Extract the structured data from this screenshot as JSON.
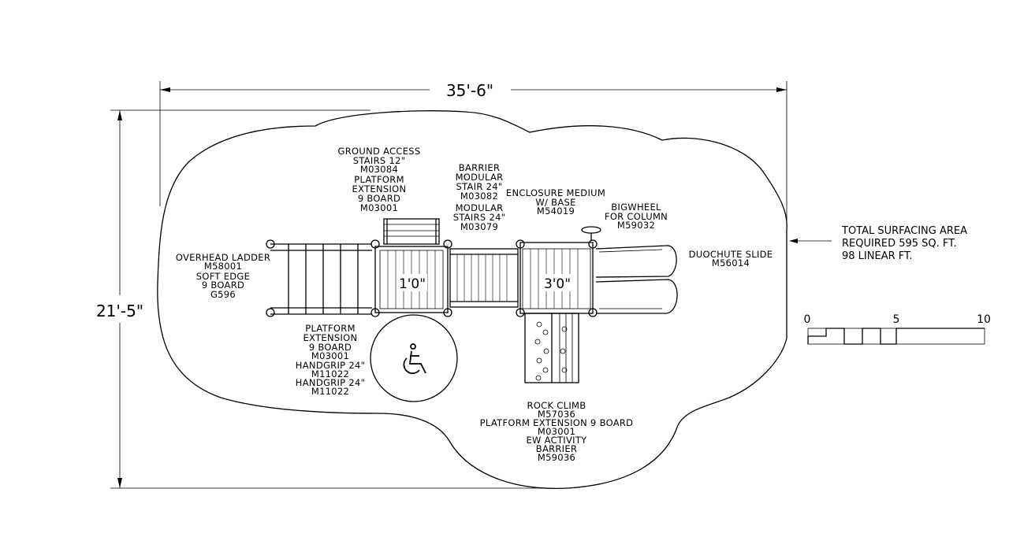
{
  "dimensions": {
    "width": "35'-6\"",
    "height": "21'-5\""
  },
  "surfacing": {
    "lines": [
      "TOTAL SURFACING AREA",
      "REQUIRED 595 SQ. FT.",
      "98 LINEAR FT."
    ]
  },
  "scale": {
    "labels": [
      "0",
      "5",
      "10"
    ]
  },
  "platform_heights": {
    "left": "1'0\"",
    "right": "3'0\""
  },
  "components": {
    "ground_access": [
      "GROUND ACCESS",
      "STAIRS 12\"",
      "M03084",
      "PLATFORM",
      "EXTENSION",
      "9 BOARD",
      "M03001"
    ],
    "barrier_stair": [
      "BARRIER",
      "MODULAR",
      "STAIR 24\"",
      "M03082",
      "MODULAR",
      "STAIRS 24\"",
      "M03079"
    ],
    "enclosure": [
      "ENCLOSURE MEDIUM",
      "W/ BASE",
      "M54019"
    ],
    "bigwheel": [
      "BIGWHEEL",
      "FOR COLUMN",
      "M59032"
    ],
    "duochute": [
      "DUOCHUTE SLIDE",
      "M56014"
    ],
    "overhead_ladder": [
      "OVERHEAD LADDER",
      "M58001",
      "SOFT EDGE",
      "9 BOARD",
      "G596"
    ],
    "platform_ext": [
      "PLATFORM",
      "EXTENSION",
      "9 BOARD",
      "M03001",
      "HANDGRIP 24\"",
      "M11022",
      "HANDGRIP 24\"",
      "M11022"
    ],
    "rock_climb": [
      "ROCK CLIMB",
      "M57036",
      "PLATFORM EXTENSION 9 BOARD",
      "M03001",
      "EW ACTIVITY",
      "BARRIER",
      "M59036"
    ]
  },
  "icons": {
    "accessibility": "wheelchair-icon"
  }
}
